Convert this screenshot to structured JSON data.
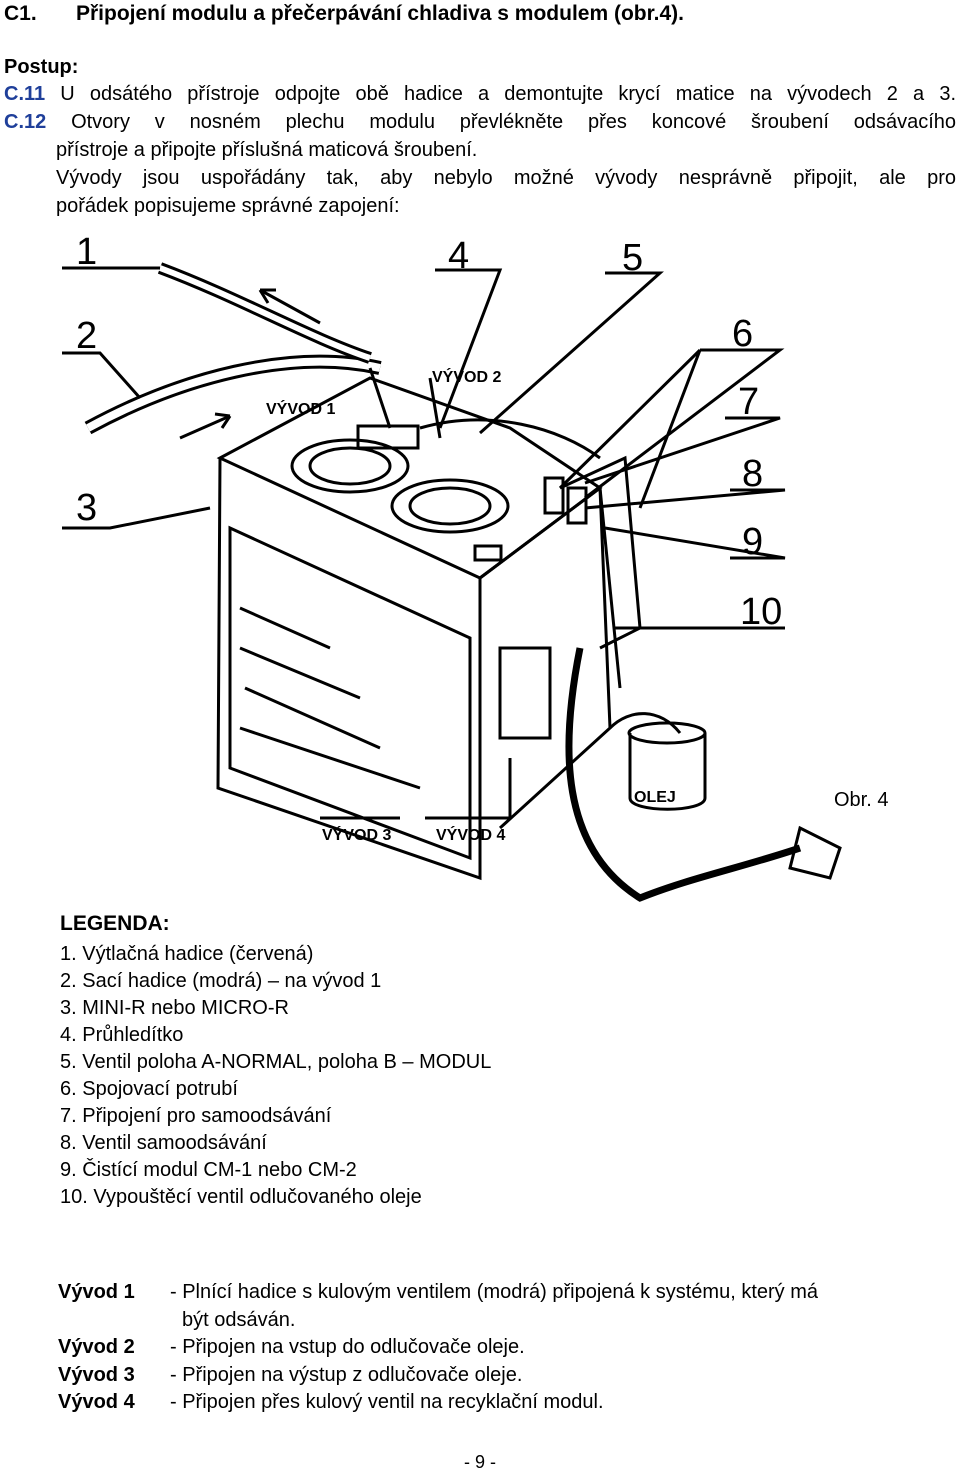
{
  "heading": {
    "number": "C1.",
    "title": "Připojení modulu a přečerpávání chladiva s modulem (obr.4)."
  },
  "postup": "Postup:",
  "steps": [
    {
      "code": "C.11",
      "text": " U odsátého přístroje odpojte obě hadice a demontujte krycí matice na vývodech 2 a 3."
    },
    {
      "code": "C.12",
      "text": " Otvory v nosném plechu modulu převlékněte přes koncové šroubení odsávacího",
      "cont": "přístroje a připojte příslušná maticová šroubení.",
      "cont2": "Vývody jsou uspořádány tak, aby nebylo možné vývody nesprávně připojit, ale pro",
      "cont3": "pořádek popisujeme správné zapojení:"
    }
  ],
  "figure": {
    "numbers": [
      "1",
      "2",
      "3",
      "4",
      "5",
      "6",
      "7",
      "8",
      "9",
      "10"
    ],
    "labels": {
      "vyvod1": "VÝVOD 1",
      "vyvod2": "VÝVOD 2",
      "vyvod3": "VÝVOD 3",
      "vyvod4": "VÝVOD 4",
      "olej": "OLEJ"
    },
    "caption": "Obr. 4"
  },
  "legend": {
    "title": "LEGENDA:",
    "items": [
      "1. Výtlačná hadice (červená)",
      "2. Sací hadice (modrá) – na vývod 1",
      "3. MINI-R nebo MICRO-R",
      "4. Průhledítko",
      "5. Ventil poloha A-NORMAL, poloha B – MODUL",
      "6. Spojovací potrubí",
      "7. Připojení pro samoodsávání",
      "8. Ventil samoodsávání",
      "9. Čistící modul CM-1 nebo CM-2",
      "10. Vypouštěcí ventil odlučovaného oleje"
    ]
  },
  "outlets": [
    {
      "label": "Vývod 1",
      "text": "- Plnící hadice s kulovým ventilem (modrá) připojená k systému, který má",
      "cont": "být odsáván."
    },
    {
      "label": "Vývod 2",
      "text": "- Připojen na vstup do odlučovače oleje."
    },
    {
      "label": "Vývod 3",
      "text": "- Připojen na výstup z odlučovače oleje."
    },
    {
      "label": "Vývod 4",
      "text": "- Připojen přes kulový ventil na recyklační modul."
    }
  ],
  "page_number": "- 9 -"
}
